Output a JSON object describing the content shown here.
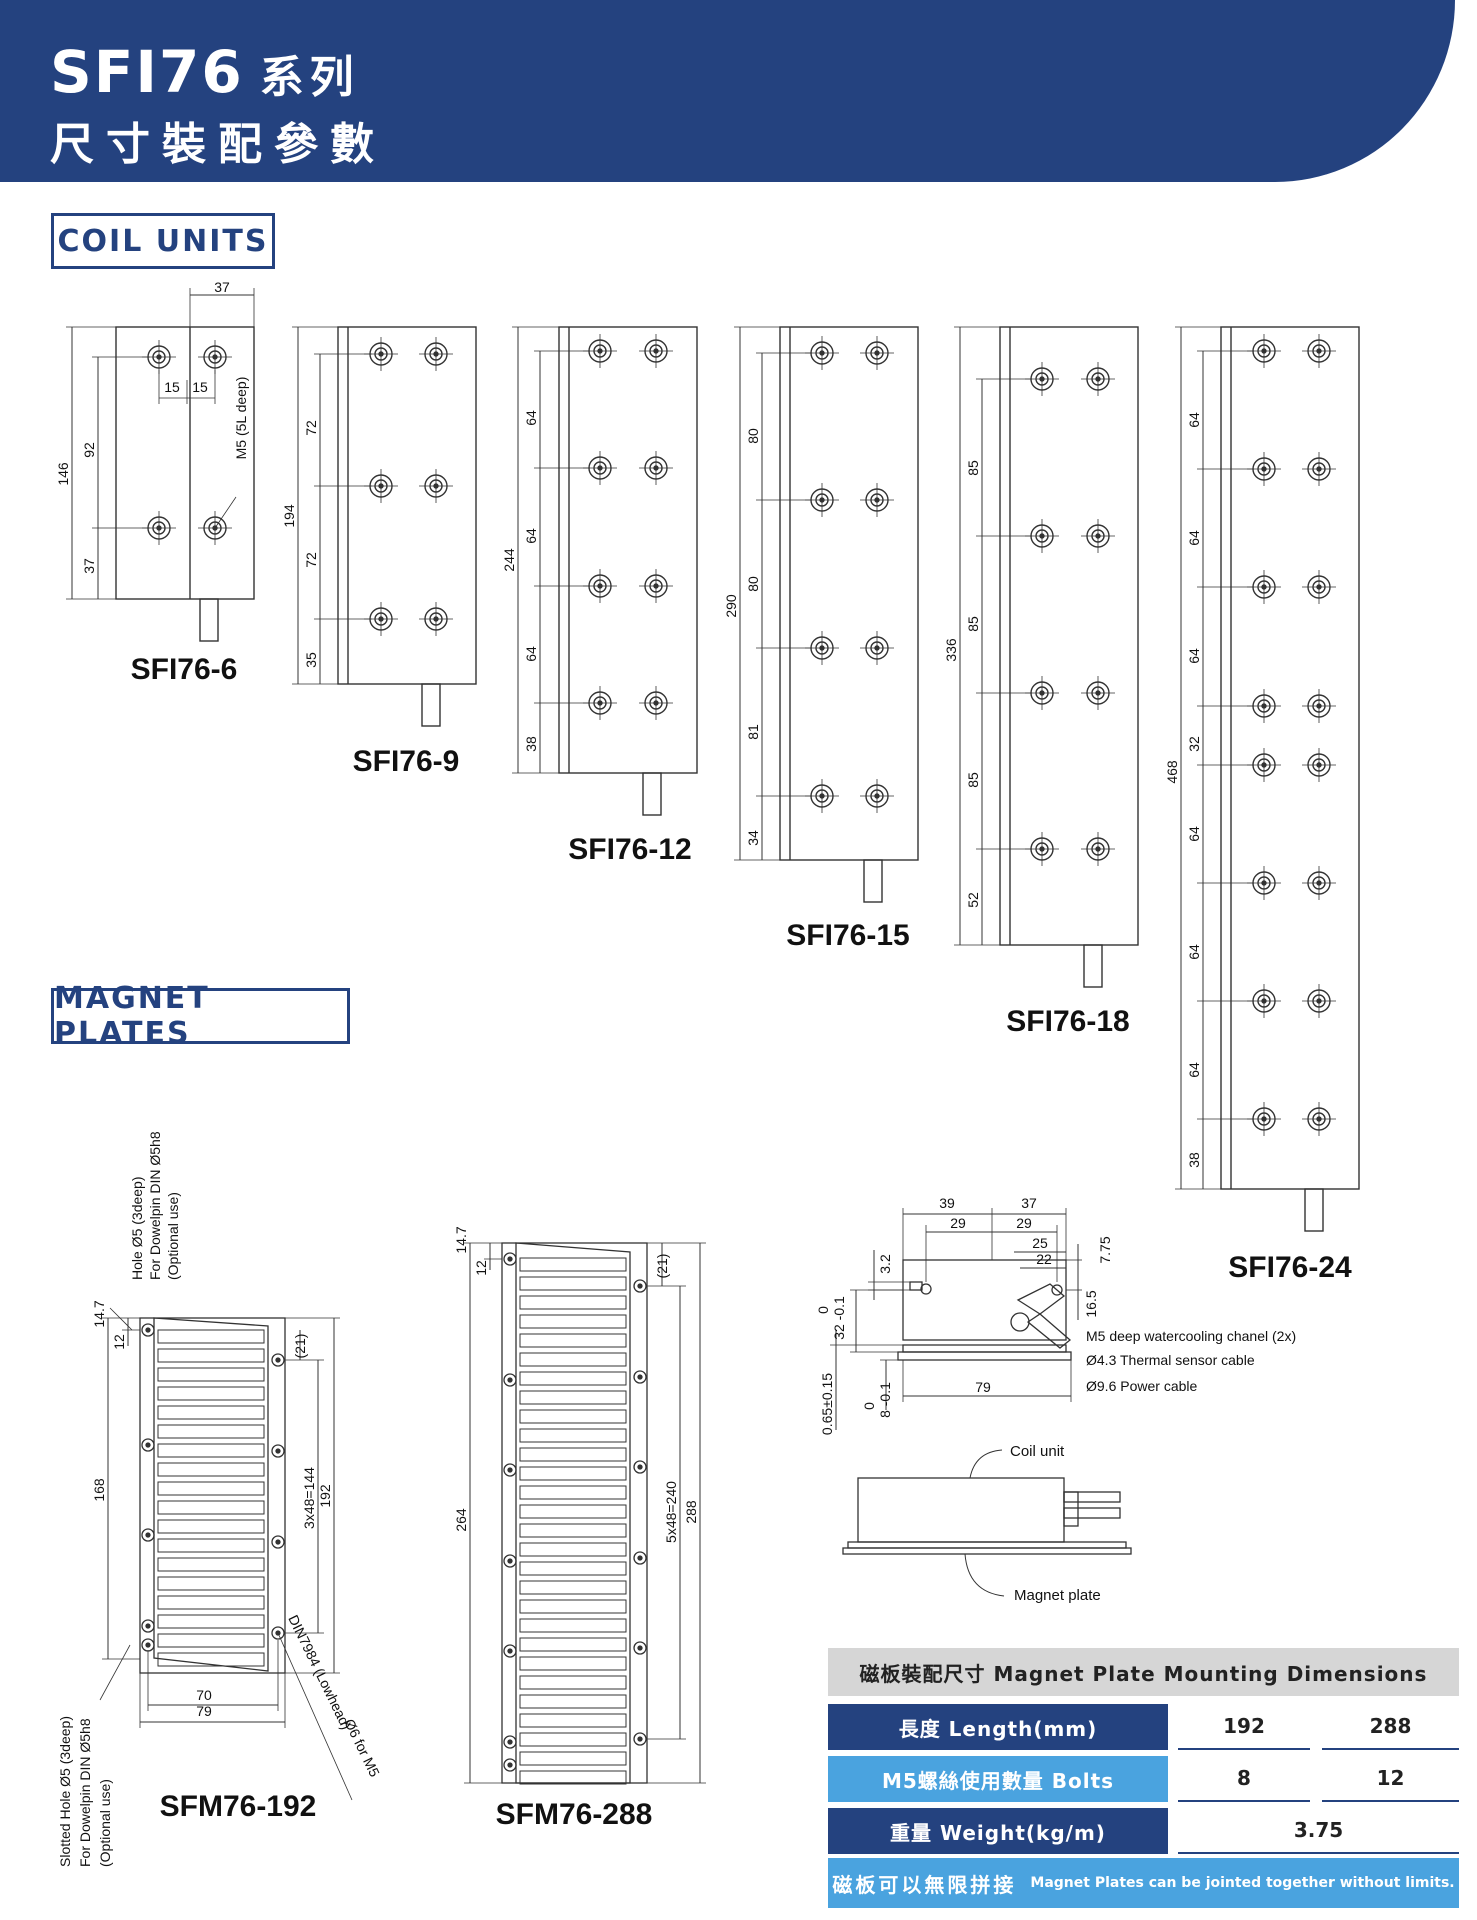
{
  "header": {
    "title_model": "SFI76",
    "title_series": "系列",
    "subtitle": "尺寸裝配參數"
  },
  "sections": {
    "coil_units": "COIL UNITS",
    "magnet_plates": "MAGNET PLATES"
  },
  "coil_units": [
    {
      "model": "SFI76-6",
      "dims": [
        "37",
        "146",
        "92",
        "37",
        "15",
        "15",
        "M5 (5L deep)"
      ]
    },
    {
      "model": "SFI76-9",
      "dims": [
        "194",
        "72",
        "72",
        "35"
      ]
    },
    {
      "model": "SFI76-12",
      "dims": [
        "244",
        "64",
        "64",
        "64",
        "38"
      ]
    },
    {
      "model": "SFI76-15",
      "dims": [
        "290",
        "80",
        "80",
        "81",
        "34"
      ]
    },
    {
      "model": "SFI76-18",
      "dims": [
        "336",
        "85",
        "85",
        "85",
        "52"
      ]
    },
    {
      "model": "SFI76-24",
      "dims": [
        "468",
        "64",
        "64",
        "64",
        "32",
        "64",
        "64",
        "64",
        "38"
      ]
    }
  ],
  "magnet_plates": [
    {
      "model": "SFM76-192",
      "dims": [
        "168",
        "14.7",
        "12",
        "(21)",
        "3x48=144",
        "192",
        "70",
        "79"
      ],
      "notes": {
        "hole_top": [
          "Hole Ø5 (3deep)",
          "For Dowelpin DIN Ø5h8",
          "(Optional use)"
        ],
        "hole_bottom": [
          "Slotted Hole Ø5 (3deep)",
          "For Dowelpin DIN Ø5h8",
          "(Optional use)"
        ],
        "screw": [
          "DIN7984 (Lowhead)",
          "Ø6 for M5"
        ]
      }
    },
    {
      "model": "SFM76-288",
      "dims": [
        "264",
        "14.7",
        "12",
        "(21)",
        "5x48=240",
        "288"
      ]
    }
  ],
  "section_view": {
    "dims": [
      "39",
      "37",
      "29",
      "29",
      "25",
      "22",
      "7.75",
      "3.2",
      "16.5",
      "0",
      "32 -0.1",
      "0.65±0.15",
      "0",
      "8 -0.1",
      "79"
    ],
    "notes": [
      "M5 deep watercooling chanel (2x)",
      "Ø4.3 Thermal sensor cable",
      "Ø9.6 Power cable"
    ],
    "labels": {
      "coil": "Coil unit",
      "magnet": "Magnet plate"
    }
  },
  "table": {
    "header": "磁板裝配尺寸 Magnet Plate Mounting Dimensions",
    "rows": [
      {
        "label": "長度 Length(mm)",
        "values": [
          "192",
          "288"
        ],
        "color": "#24427f"
      },
      {
        "label": "M5螺絲使用數量 Bolts",
        "values": [
          "8",
          "12"
        ],
        "color": "#4aa3df"
      },
      {
        "label": "重量 Weight(kg/m)",
        "values": [
          "3.75"
        ],
        "color": "#24427f"
      }
    ],
    "footer_zh": "磁板可以無限拼接",
    "footer_en": "Magnet Plates can be jointed together without limits."
  },
  "colors": {
    "brand": "#24427f",
    "accent": "#4aa3df",
    "line": "#333333"
  }
}
